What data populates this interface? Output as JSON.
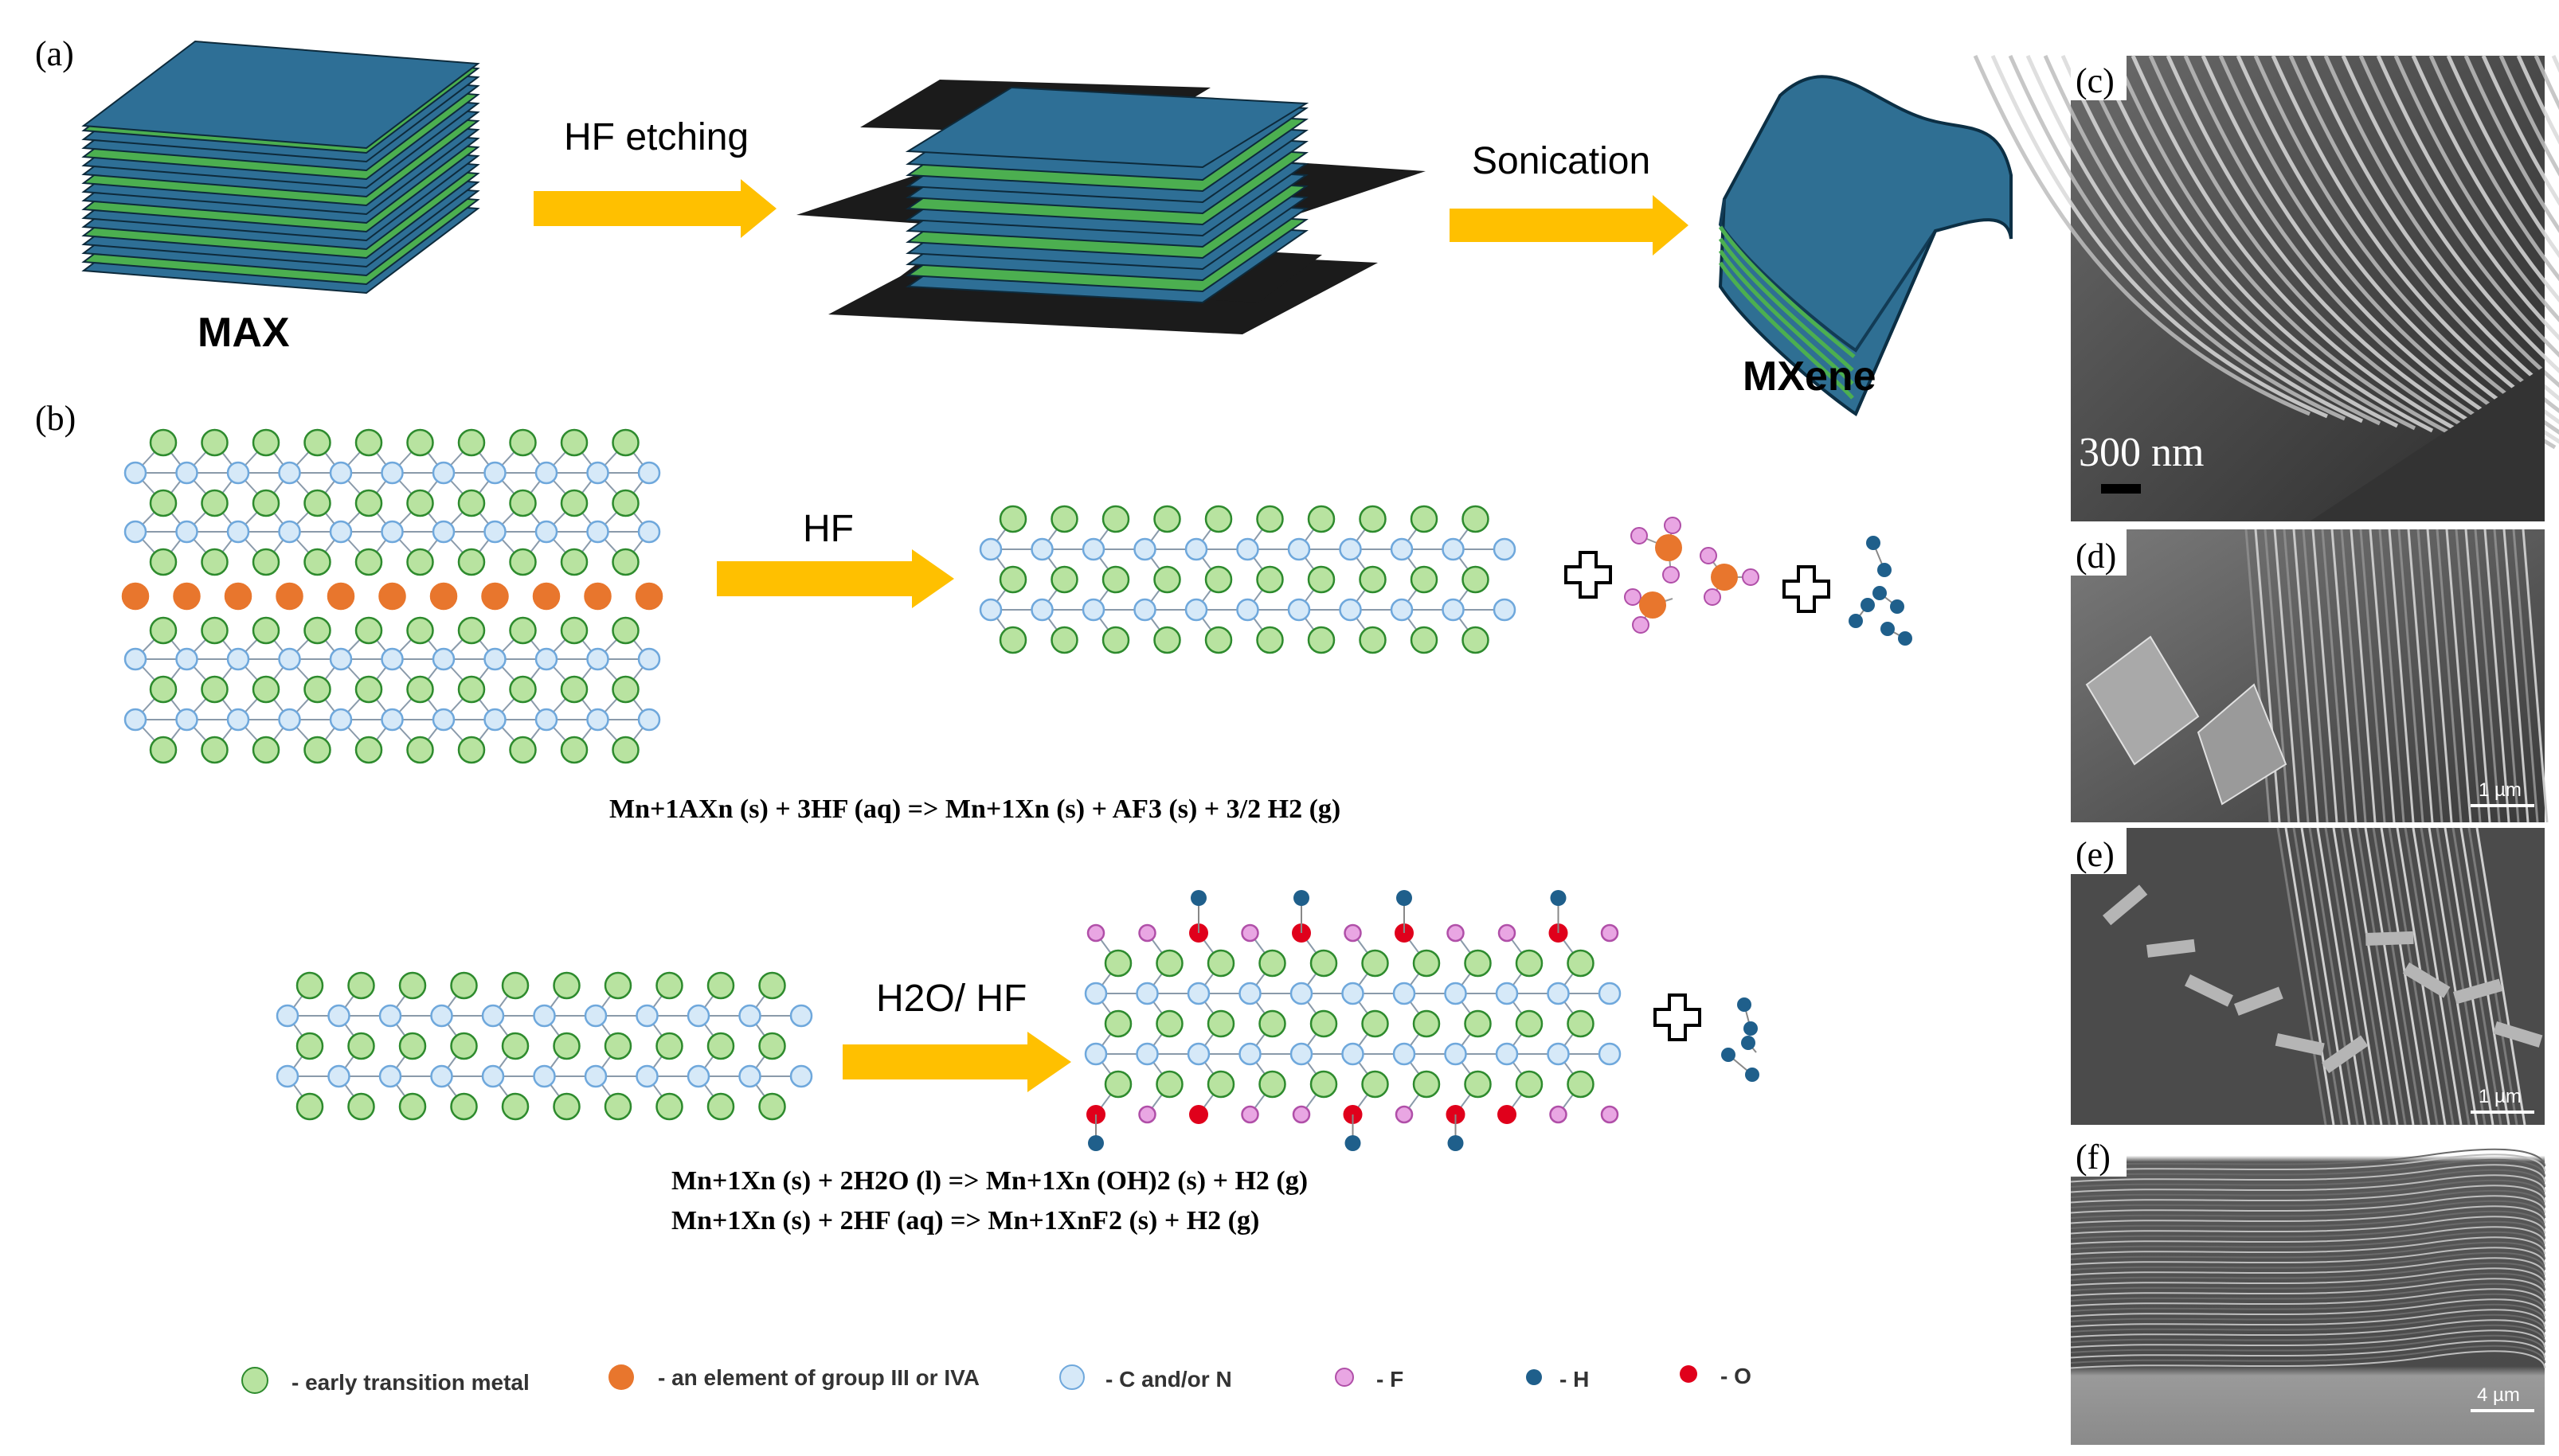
{
  "panels": {
    "a": "(a)",
    "b": "(b)",
    "c": "(c)",
    "d": "(d)",
    "e": "(e)",
    "f": "(f)"
  },
  "process": {
    "step1": "HF etching",
    "step2": "Sonication",
    "max": "MAX",
    "mxene": "MXene"
  },
  "reaction1": {
    "arrow": "HF",
    "equation": "Mn+1AXn (s) + 3HF (aq) => Mn+1Xn (s) + AF3 (s) + 3/2 H2 (g)"
  },
  "reaction2": {
    "arrow": "H2O/ HF",
    "equation1": "Mn+1Xn (s) + 2H2O (l) => Mn+1Xn (OH)2 (s) + H2 (g)",
    "equation2": "Mn+1Xn (s) + 2HF (aq) => Mn+1XnF2 (s) + H2 (g)"
  },
  "legend": [
    {
      "label": "- early transition metal",
      "color": "#b8e3a0",
      "stroke": "#2e8b2e"
    },
    {
      "label": "- an element of group III or IVA",
      "color": "#e8762d",
      "stroke": "#e8762d"
    },
    {
      "label": "- C and/or N",
      "color": "#d6e9f8",
      "stroke": "#6fa8dc"
    },
    {
      "label": "- F",
      "color": "#e9a6e3",
      "stroke": "#b04fa8"
    },
    {
      "label": "- H",
      "color": "#1f5f8b",
      "stroke": "#1f5f8b"
    },
    {
      "label": "- O",
      "color": "#e0001b",
      "stroke": "#e0001b"
    }
  ],
  "scale_bars": {
    "c": "300 nm",
    "d": "1 µm",
    "e": "1 µm",
    "f": "4 µm"
  },
  "colors": {
    "arrow": "#ffc000",
    "layer_blue": "#2e6f96",
    "layer_green": "#4caf50",
    "layer_dark": "#1b1b1b"
  }
}
